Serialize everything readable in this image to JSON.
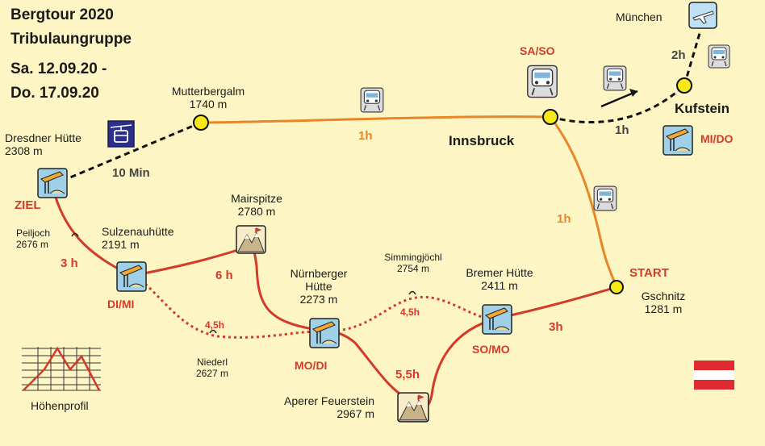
{
  "header": {
    "title_line1": "Bergtour 2020",
    "title_line2": "Tribulaungruppe",
    "date_line1": "Sa. 12.09.20 -",
    "date_line2": "Do. 17.09.20"
  },
  "places": {
    "muenchen": "München",
    "kufstein": "Kufstein",
    "innsbruck": "Innsbruck",
    "mutterbergalm": "Mutterbergalm",
    "mutterbergalm_alt": "1740 m",
    "dresdner": "Dresdner Hütte",
    "dresdner_alt": "2308 m",
    "mairspitze": "Mairspitze",
    "mairspitze_alt": "2780 m",
    "sulzenau": "Sulzenauhütte",
    "sulzenau_alt": "2191 m",
    "peiljoch": "Peiljoch",
    "peiljoch_alt": "2676 m",
    "nuernberger_1": "Nürnberger",
    "nuernberger_2": "Hütte",
    "nuernberger_alt": "2273 m",
    "simmingjoechl": "Simmingjöchl",
    "simmingjoechl_alt": "2754 m",
    "bremer": "Bremer Hütte",
    "bremer_alt": "2411 m",
    "gschnitz": "Gschnitz",
    "gschnitz_alt": "1281 m",
    "niederl": "Niederl",
    "niederl_alt": "2627 m",
    "feuerstein": "Aperer Feuerstein",
    "feuerstein_alt": "2967 m"
  },
  "labels": {
    "sa_so": "SA/SO",
    "mi_do": "MI/DO",
    "ziel": "ZIEL",
    "start": "START",
    "di_mi": "DI/MI",
    "mo_di": "MO/DI",
    "so_mo": "SO/MO"
  },
  "durations": {
    "muenchen_kufstein": "2h",
    "kufstein_innsbruck": "1h",
    "innsbruck_mutterbergalm": "1h",
    "innsbruck_gschnitz": "1h",
    "cablecar": "10 Min",
    "dresdner_sulzenau": "3 h",
    "sulzenau_nuernberger": "6 h",
    "gschnitz_bremer": "3h",
    "bremer_nuernberger": "5,5h",
    "alt_niederl": "4,5h",
    "alt_simmingjoechl": "4,5h"
  },
  "legend": {
    "hoehenprofil": "Höhenprofil"
  },
  "colors": {
    "background": "#fdf6c4",
    "hiking": "#d43a2a",
    "train": "#e8862a",
    "transfer": "#111111",
    "node": "#f7e81a",
    "flag_red": "#e02a32"
  },
  "icons": [
    "plane-icon",
    "train-icon",
    "cable-car-icon",
    "hut-icon",
    "summit-icon",
    "pass-icon",
    "austria-flag-icon",
    "elevation-profile-icon"
  ]
}
